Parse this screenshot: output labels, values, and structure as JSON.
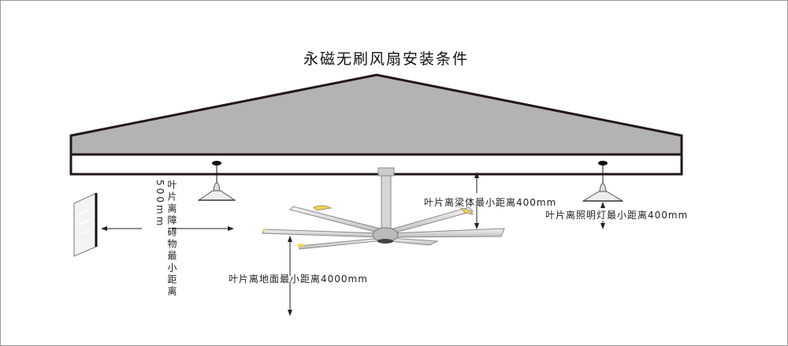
{
  "title": "永磁无刷风扇安装条件",
  "labels": {
    "obstacle": "叶片离障碍物最小距离500mm",
    "beam": "叶片离梁体最小距离400mm",
    "light": "叶片离照明灯最小距离400mm",
    "ground": "叶片离地面最小距离4000mm"
  },
  "colors": {
    "roof": "#b3b3b3",
    "outline": "#231815",
    "blade_tip": "#f5d442"
  }
}
